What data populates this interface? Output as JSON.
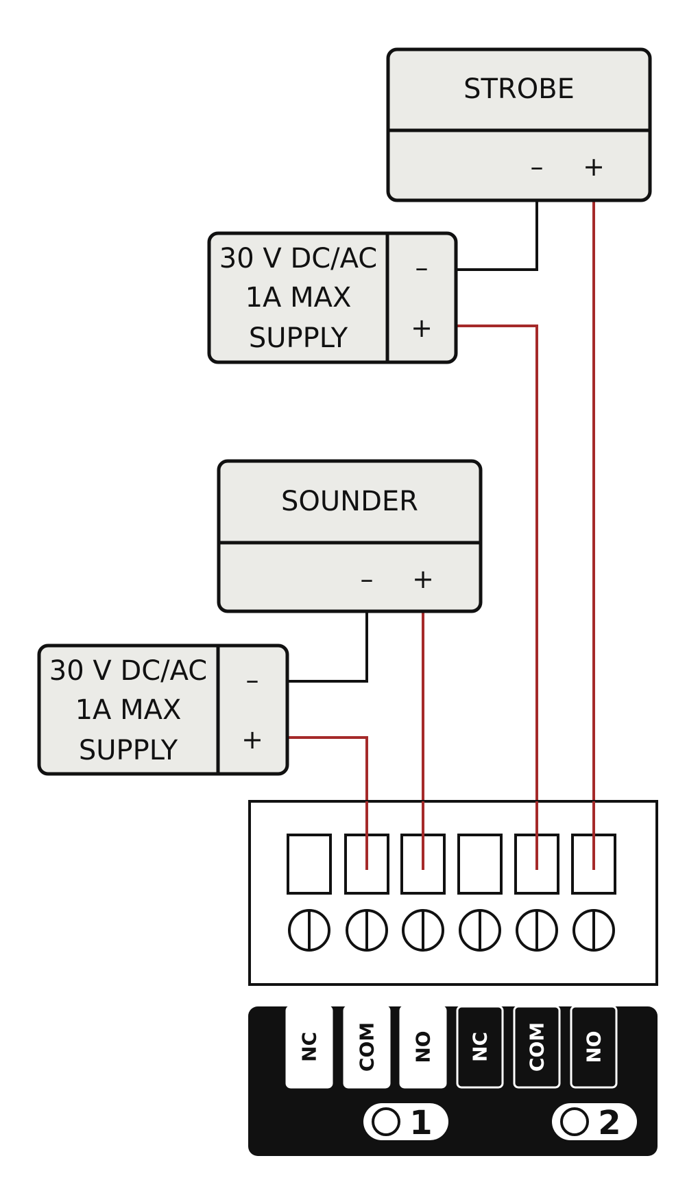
{
  "strobe": {
    "title": "STROBE",
    "minus": "–",
    "plus": "+"
  },
  "supply_top": {
    "line1": "30 V DC/AC",
    "line2": "1A MAX",
    "line3": "SUPPLY",
    "minus": "–",
    "plus": "+"
  },
  "sounder": {
    "title": "SOUNDER",
    "minus": "–",
    "plus": "+"
  },
  "supply_bottom": {
    "line1": "30 V DC/AC",
    "line2": "1A MAX",
    "line3": "SUPPLY",
    "minus": "–",
    "plus": "+"
  },
  "terminals": [
    "NC",
    "COM",
    "NO",
    "NC",
    "COM",
    "NO"
  ],
  "relays": [
    "1",
    "2"
  ],
  "colors": {
    "wire_positive": "#a52a2a",
    "wire_negative": "#111111",
    "box_fill": "#ebebe7",
    "label_strip": "#111111"
  }
}
